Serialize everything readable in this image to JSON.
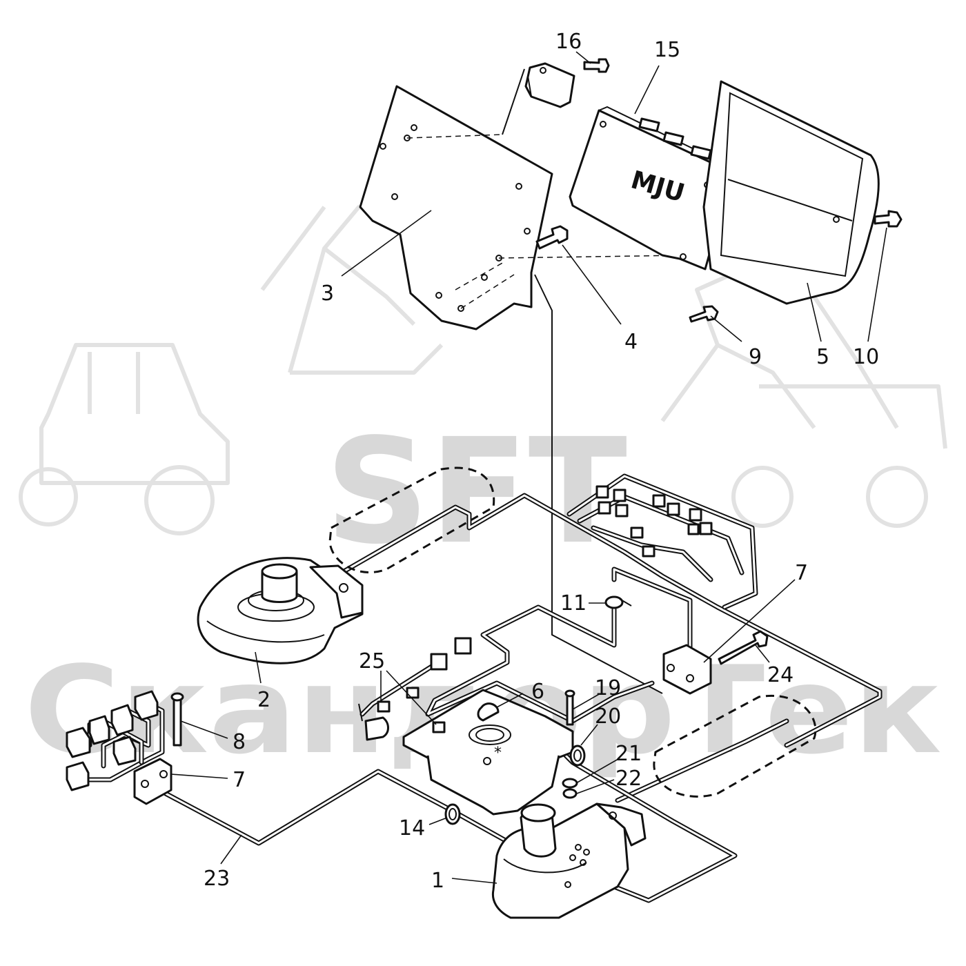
{
  "watermark": {
    "brand": "SFT",
    "company": "СкандорТек"
  },
  "ecu": {
    "label": "MJU"
  },
  "callouts": [
    {
      "id": "16",
      "text": "16"
    },
    {
      "id": "15",
      "text": "15"
    },
    {
      "id": "3",
      "text": "3"
    },
    {
      "id": "4",
      "text": "4"
    },
    {
      "id": "9",
      "text": "9"
    },
    {
      "id": "5",
      "text": "5"
    },
    {
      "id": "10",
      "text": "10"
    },
    {
      "id": "7a",
      "text": "7"
    },
    {
      "id": "11",
      "text": "11"
    },
    {
      "id": "24",
      "text": "24"
    },
    {
      "id": "25",
      "text": "25"
    },
    {
      "id": "6",
      "text": "6"
    },
    {
      "id": "19",
      "text": "19"
    },
    {
      "id": "20",
      "text": "20"
    },
    {
      "id": "21",
      "text": "21"
    },
    {
      "id": "22",
      "text": "22"
    },
    {
      "id": "2",
      "text": "2"
    },
    {
      "id": "8",
      "text": "8"
    },
    {
      "id": "7b",
      "text": "7"
    },
    {
      "id": "14",
      "text": "14"
    },
    {
      "id": "23",
      "text": "23"
    },
    {
      "id": "1",
      "text": "1"
    }
  ],
  "mark": {
    "asterisk": "*"
  }
}
